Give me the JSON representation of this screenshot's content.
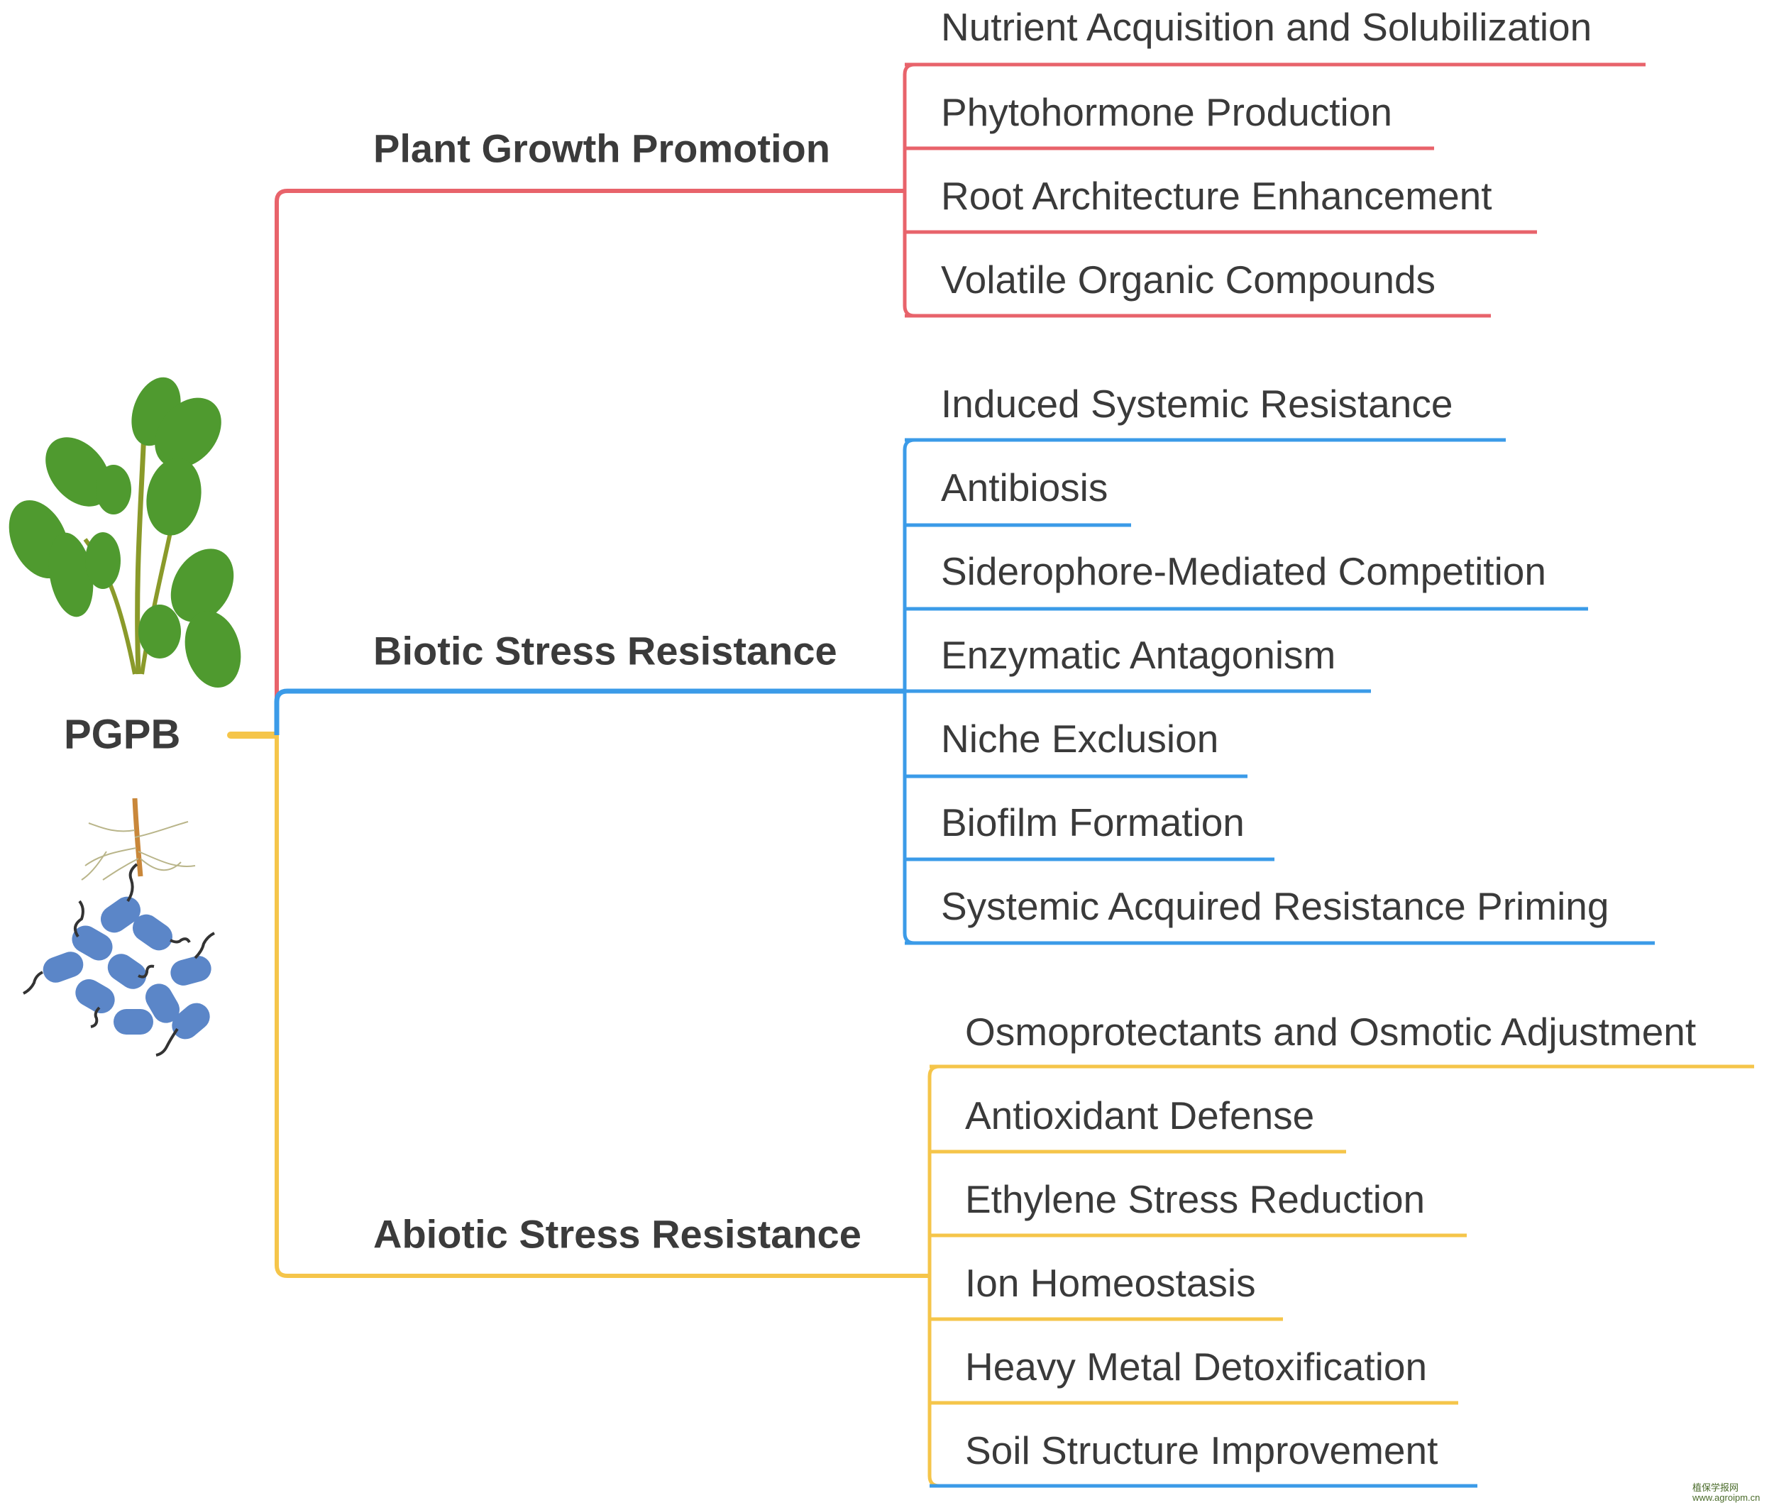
{
  "root": {
    "label": "PGPB"
  },
  "colors": {
    "growth": "#E8636B",
    "biotic": "#3B9BE8",
    "abiotic": "#F5C54A",
    "text": "#3a3a3a"
  },
  "branches": [
    {
      "title": "Plant Growth Promotion",
      "color_key": "growth",
      "items": [
        "Nutrient Acquisition and Solubilization",
        "Phytohormone Production",
        "Root Architecture Enhancement",
        "Volatile Organic Compounds"
      ]
    },
    {
      "title": "Biotic Stress Resistance",
      "color_key": "biotic",
      "items": [
        "Induced Systemic Resistance",
        "Antibiosis",
        "Siderophore-Mediated Competition",
        "Enzymatic Antagonism",
        "Niche Exclusion",
        "Biofilm Formation",
        "Systemic Acquired Resistance Priming"
      ]
    },
    {
      "title": "Abiotic Stress Resistance",
      "color_key": "abiotic",
      "items": [
        "Osmoprotectants and Osmotic Adjustment",
        "Antioxidant Defense",
        "Ethylene Stress Reduction",
        "Ion Homeostasis",
        "Heavy Metal Detoxification",
        "Soil Structure Improvement"
      ]
    }
  ],
  "illustrations": [
    "plant-icon",
    "root-icon",
    "bacteria-icon"
  ],
  "watermark": {
    "line1": "植保学报网",
    "line2": "www.agroipm.cn"
  }
}
